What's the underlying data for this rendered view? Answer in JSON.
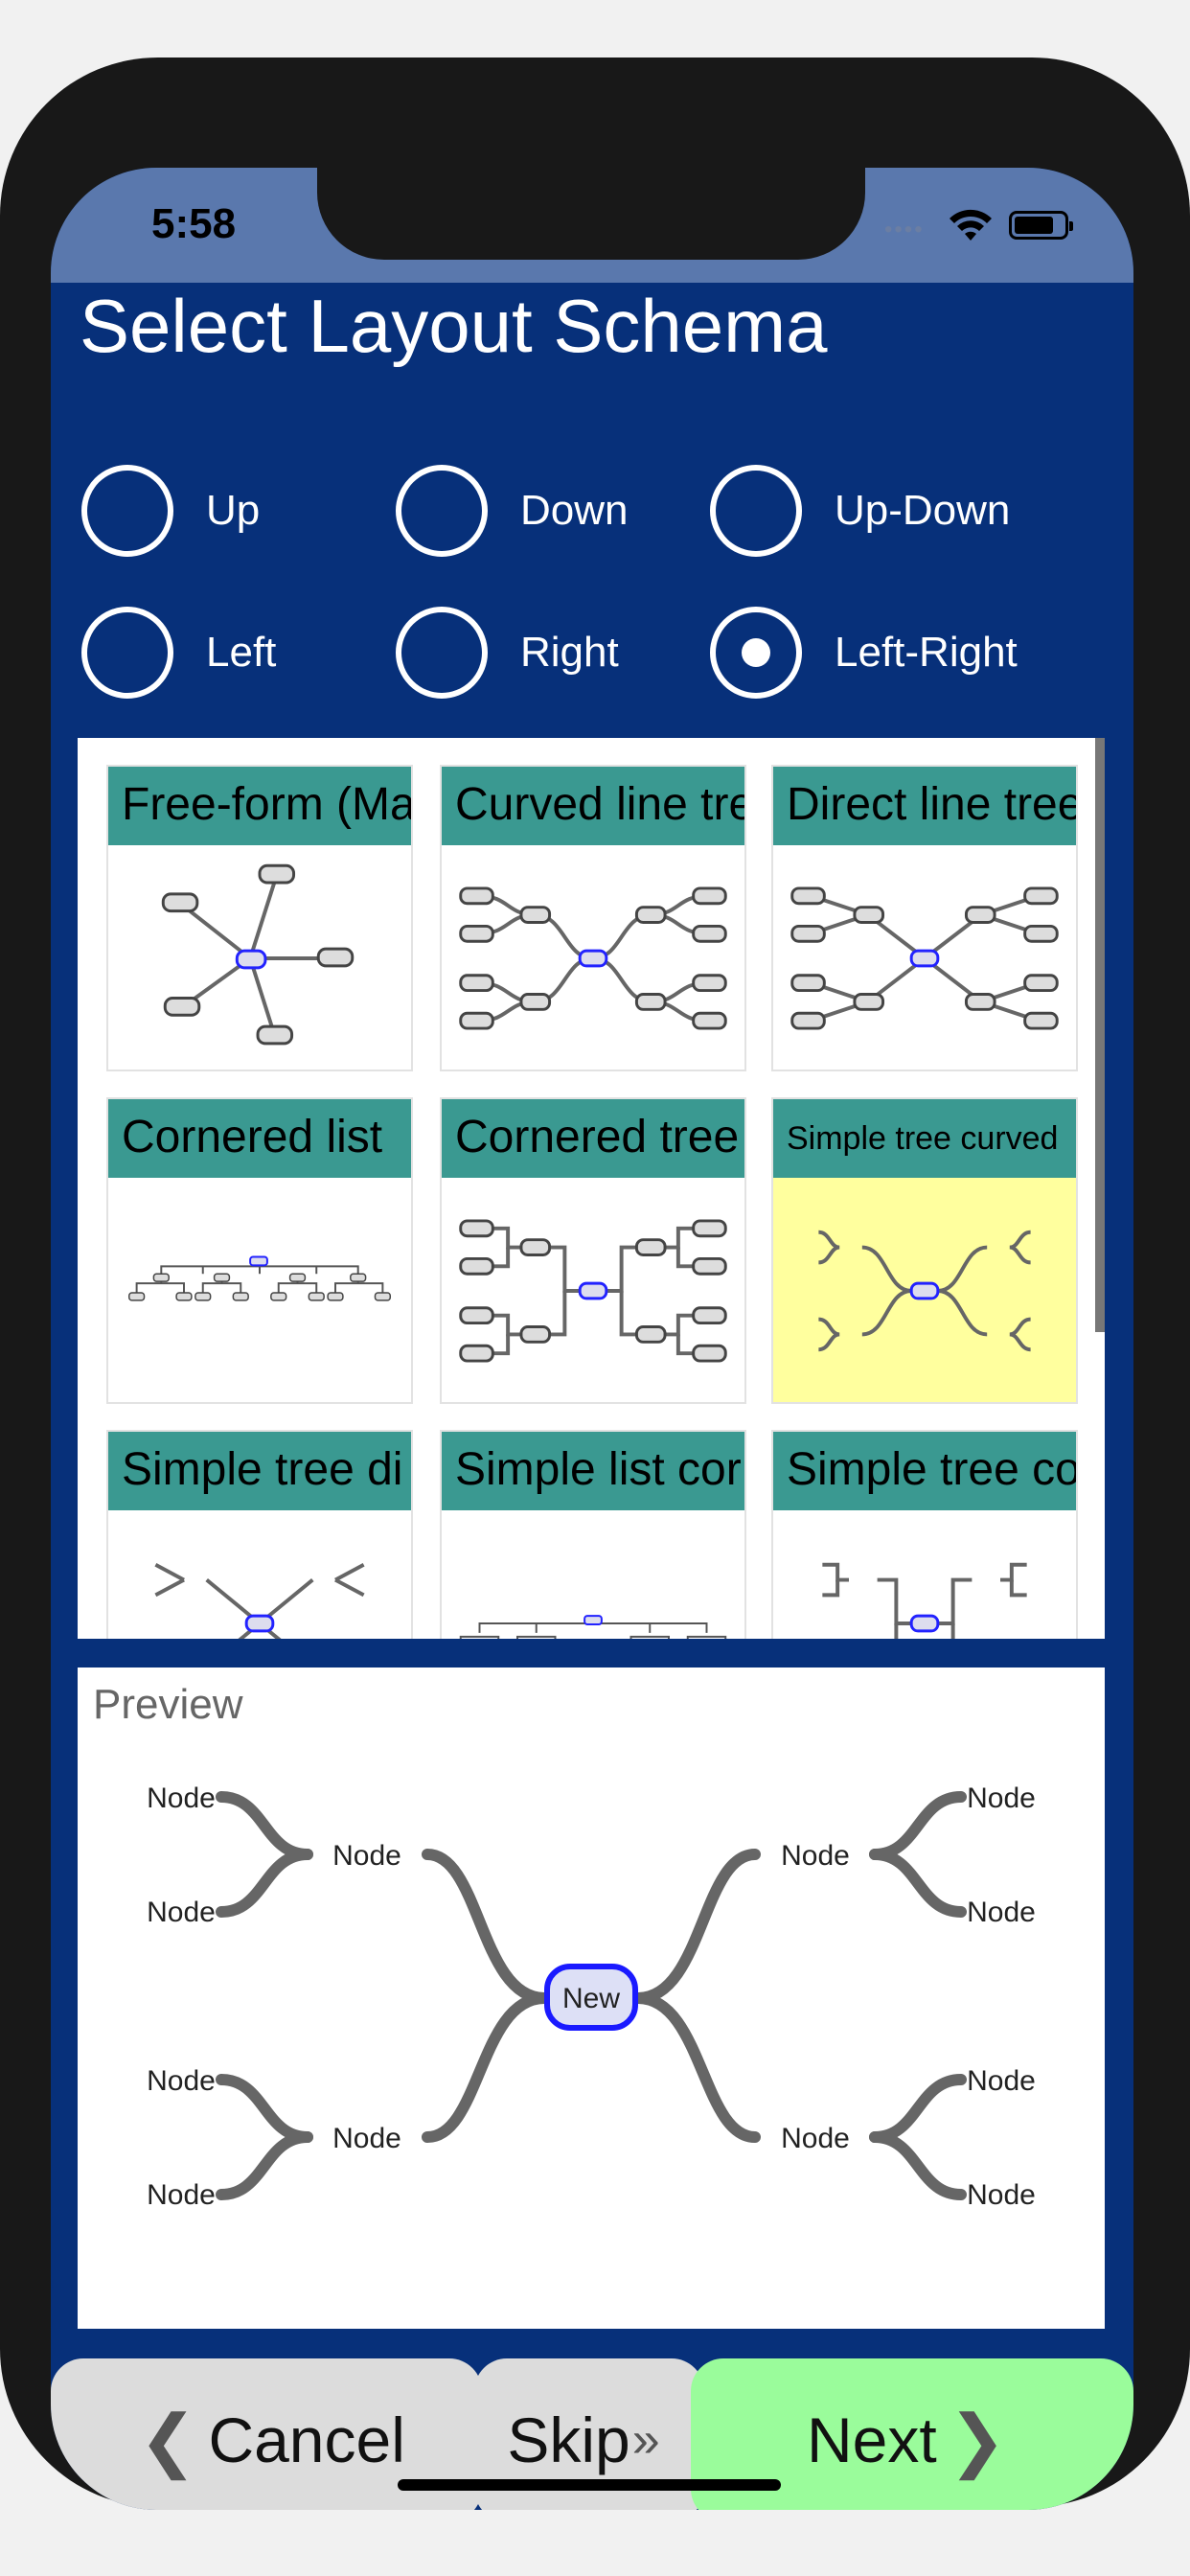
{
  "status": {
    "time": "5:58"
  },
  "title": "Select Layout Schema",
  "radios": [
    {
      "label": "Up",
      "selected": false
    },
    {
      "label": "Down",
      "selected": false
    },
    {
      "label": "Up-Down",
      "selected": false
    },
    {
      "label": "Left",
      "selected": false
    },
    {
      "label": "Right",
      "selected": false
    },
    {
      "label": "Left-Right",
      "selected": true
    }
  ],
  "layouts": [
    {
      "label": "Free-form (Ma"
    },
    {
      "label": "Curved line tre"
    },
    {
      "label": "Direct line tree"
    },
    {
      "label": "Cornered list"
    },
    {
      "label": "Cornered tree"
    },
    {
      "label": "Simple tree curved"
    },
    {
      "label": "Simple tree di"
    },
    {
      "label": "Simple list cor"
    },
    {
      "label": "Simple tree co"
    }
  ],
  "preview": {
    "label": "Preview",
    "center_label": "New",
    "node_label": "Node"
  },
  "buttons": {
    "cancel": "Cancel",
    "skip": "Skip",
    "next": "Next"
  },
  "colors": {
    "background": "#07307a",
    "header": "#3a9991",
    "next": "#9afc9b",
    "selected_card": "#ffff9e"
  }
}
